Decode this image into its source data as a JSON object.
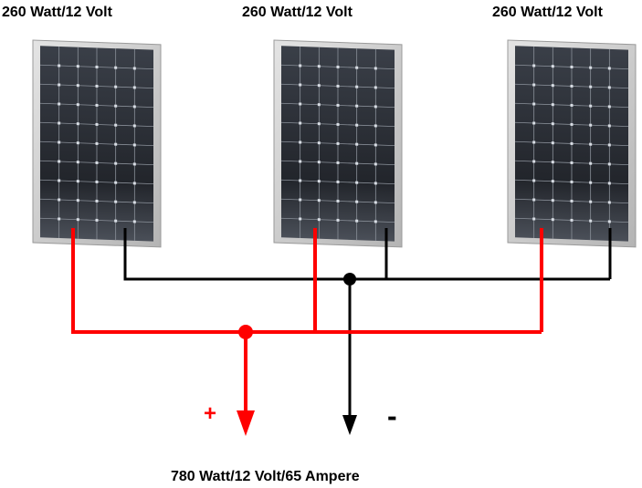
{
  "panels": [
    {
      "label": "260 Watt/12 Volt"
    },
    {
      "label": "260 Watt/12 Volt"
    },
    {
      "label": "260 Watt/12 Volt"
    }
  ],
  "output": {
    "label": "780 Watt/12 Volt/65 Ampere",
    "positive_symbol": "+",
    "negative_symbol": "-"
  },
  "colors": {
    "positive_wire": "#ff0000",
    "negative_wire": "#000000",
    "panel_frame": "#c8c8c8",
    "panel_cell": "#2a2e36"
  }
}
